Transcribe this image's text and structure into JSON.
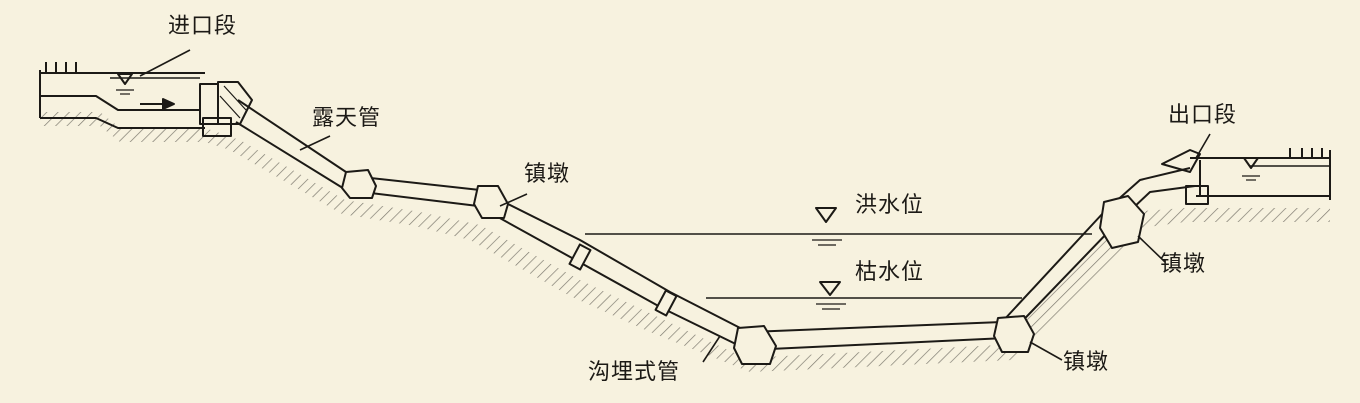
{
  "labels": {
    "inlet": "进口段",
    "exposed_pipe": "露天管",
    "anchor_block_1": "镇墩",
    "flood_level": "洪水位",
    "dry_level": "枯水位",
    "buried_pipe": "沟埋式管",
    "outlet": "出口段",
    "anchor_block_2": "镇墩",
    "anchor_block_3": "镇墩"
  },
  "colors": {
    "background": "#f7f2df",
    "ink": "#1c1a16"
  }
}
